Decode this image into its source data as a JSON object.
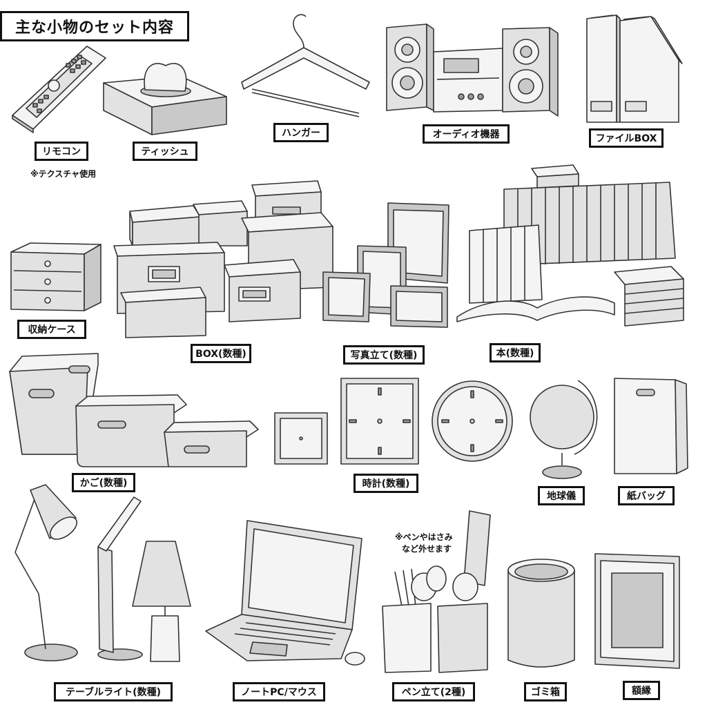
{
  "title": "主な小物のセット内容",
  "notes": {
    "texture": "※テクスチャ使用",
    "pen_line1": "※ペンやはさみ",
    "pen_line2": "など外せます"
  },
  "labels": {
    "remote": "リモコン",
    "tissue": "ティッシュ",
    "hanger": "ハンガー",
    "audio": "オーディオ機器",
    "filebox": "ファイルBOX",
    "storage": "収納ケース",
    "box": "BOX(数種)",
    "photo": "写真立て(数種)",
    "book": "本(数種)",
    "basket": "かご(数種)",
    "clock": "時計(数種)",
    "globe": "地球儀",
    "paperbag": "紙バッグ",
    "lamp": "テーブルライト(数種)",
    "laptop": "ノートPC/マウス",
    "penstand": "ペン立て(2種)",
    "trash": "ゴミ箱",
    "frame": "額縁"
  }
}
